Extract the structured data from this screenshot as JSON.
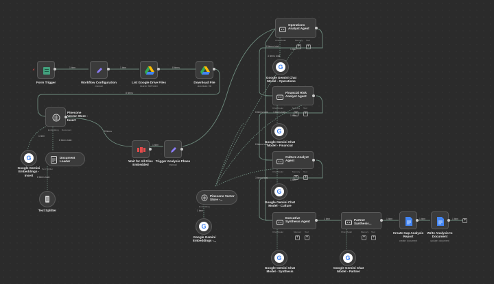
{
  "colors": {
    "canvas": "#2b2b2b",
    "node": "#3b3b3b",
    "wire": "#6f8c7f",
    "accent_green": "#43a07d",
    "trigger_red": "#e34b4b"
  },
  "nodes": {
    "form_trigger": {
      "label": "Form Trigger",
      "icon": "form-icon"
    },
    "workflow_config": {
      "label": "Workflow Configuration",
      "sub": "manual",
      "icon": "pencil-icon"
    },
    "list_drive": {
      "label": "List Google Drive Files",
      "sub": "search: fileFolder",
      "icon": "google-drive-icon"
    },
    "download_file": {
      "label": "Download File",
      "sub": "download: file",
      "icon": "google-drive-icon"
    },
    "pinecone_insert": {
      "label": "Pinecone Vector Store - Insert",
      "icon": "pinecone-icon"
    },
    "gemini_insert": {
      "label": "Google Gemini Embeddings - Insert",
      "icon": "google-icon"
    },
    "document_loader": {
      "label": "Document Loader",
      "icon": "document-icon"
    },
    "text_splitter": {
      "label": "Text Splitter",
      "icon": "splitter-icon"
    },
    "wait_files": {
      "label": "Wait for All Files Embedded",
      "icon": "wait-icon"
    },
    "trigger_analysis": {
      "label": "Trigger Analysis Phase",
      "sub": "manual",
      "icon": "pencil-icon"
    },
    "pinecone_store": {
      "label": "Pinecone Vector Store -...",
      "icon": "pinecone-icon"
    },
    "gemini_embeddings": {
      "label": "Google Gemini Embeddings -...",
      "icon": "google-icon"
    },
    "ops_agent": {
      "label": "Operations Analyst Agent",
      "icon": "robot-icon"
    },
    "gemini_ops": {
      "label": "Google Gemini Chat Model - Operations",
      "icon": "google-icon"
    },
    "fin_agent": {
      "label": "Financial Risk Analyst Agent",
      "icon": "robot-icon"
    },
    "gemini_fin": {
      "label": "Google Gemini Chat Model - Financial",
      "icon": "google-icon"
    },
    "culture_agent": {
      "label": "Culture Analyst Agent",
      "icon": "robot-icon"
    },
    "gemini_culture": {
      "label": "Google Gemini Chat Model - Culture",
      "icon": "google-icon"
    },
    "exec_agent": {
      "label": "Executive Synthesis Agent",
      "icon": "robot-icon"
    },
    "gemini_synth": {
      "label": "Google Gemini Chat Model - Synthesis",
      "icon": "google-icon"
    },
    "partner_agent": {
      "label": "Partner Synthesis...",
      "icon": "robot-icon"
    },
    "gemini_partner": {
      "label": "Google Gemini Chat Model - Partner",
      "icon": "google-icon"
    },
    "create_report": {
      "label": "Create Gap Analysis Report",
      "sub": "create: document",
      "icon": "google-docs-icon"
    },
    "write_doc": {
      "label": "Write Analysis to Document",
      "sub": "update: document",
      "icon": "google-docs-icon"
    }
  },
  "edge_labels": {
    "item1": "1 item",
    "items8": "8 items",
    "items8b": "8 items total",
    "items8c": "8 items",
    "items8d": "8 items total",
    "ops_items": "1 item",
    "fin_items": "1 item",
    "cult_items": "1 item",
    "exec_items": "1 item",
    "partner_items": "1 item",
    "report_items": "1 item",
    "write_items": "1 item",
    "ops_in": "8 items total",
    "fin_in": "8 items total",
    "cult_in": "8 items total",
    "ops_total": "3 items total",
    "fin_total": "3 items total",
    "cult_total": "3 items total"
  },
  "ports": {
    "chat_model": "Chat Model",
    "memory": "Memory",
    "tool": "Tool",
    "embedding": "Embedding",
    "document": "Document",
    "text_splitter": "Text Splitter",
    "model": "Model"
  }
}
